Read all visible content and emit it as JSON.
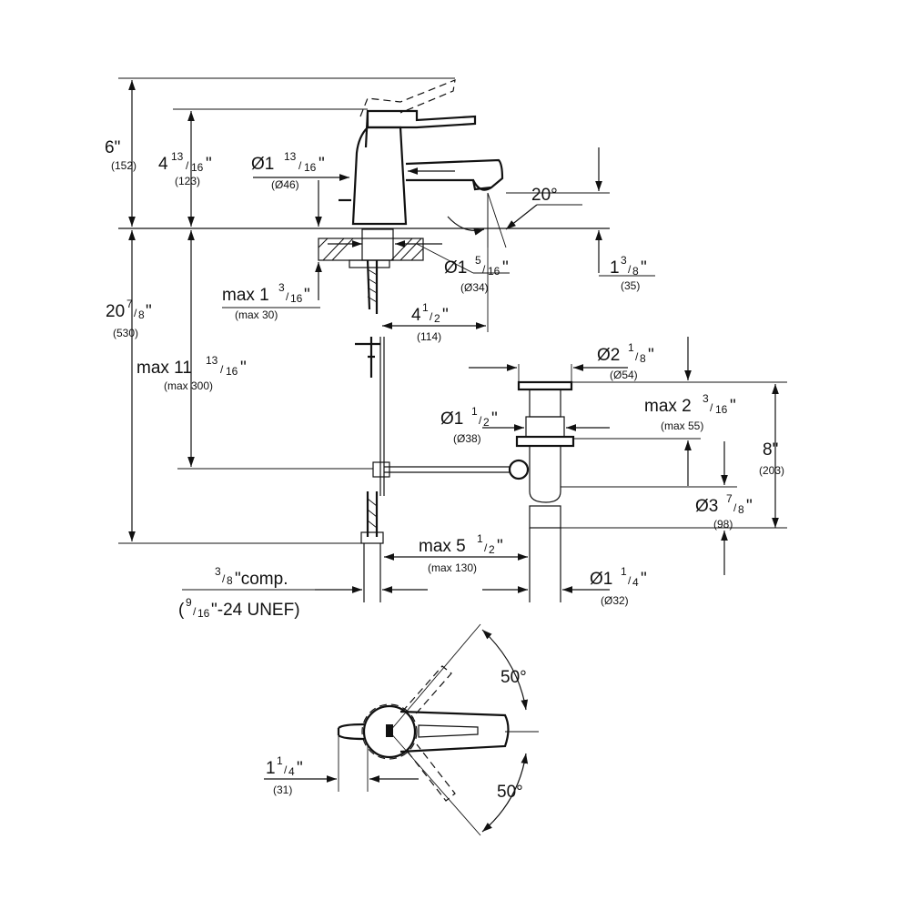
{
  "dimensions": {
    "d6": {
      "main": "6",
      "unit": "\"",
      "mm": "(152)"
    },
    "d4_13": {
      "main": "4",
      "num": "13",
      "den": "16",
      "unit": "\"",
      "mm": "(123)"
    },
    "d20_7": {
      "main": "20",
      "num": "7",
      "den": "8",
      "unit": "\"",
      "mm": "(530)"
    },
    "max11": {
      "main": "max 11",
      "num": "13",
      "den": "16",
      "unit": "\"",
      "mm": "(max 300)"
    },
    "dia1_13": {
      "main": "Ø1",
      "num": "13",
      "den": "16",
      "unit": "\"",
      "mm": "(Ø46)"
    },
    "angle20": {
      "main": "20°"
    },
    "max1_3": {
      "main": "max 1",
      "num": "3",
      "den": "16",
      "unit": "\"",
      "mm": "(max 30)"
    },
    "dia1_5": {
      "main": "Ø1",
      "num": "5",
      "den": "16",
      "unit": "\"",
      "mm": "(Ø34)"
    },
    "d1_3_8": {
      "main": "1",
      "num": "3",
      "den": "8",
      "unit": "\"",
      "mm": "(35)"
    },
    "d4_1_2": {
      "main": "4",
      "num": "1",
      "den": "2",
      "unit": "\"",
      "mm": "(114)"
    },
    "dia2_1": {
      "main": "Ø2",
      "num": "1",
      "den": "8",
      "unit": "\"",
      "mm": "(Ø54)"
    },
    "max2_3": {
      "main": "max 2",
      "num": "3",
      "den": "16",
      "unit": "\"",
      "mm": "(max 55)"
    },
    "dia1_1_2": {
      "main": "Ø1",
      "num": "1",
      "den": "2",
      "unit": "\"",
      "mm": "(Ø38)"
    },
    "d8": {
      "main": "8",
      "unit": "\"",
      "mm": "(203)"
    },
    "dia3_7": {
      "main": "Ø3",
      "num": "7",
      "den": "8",
      "unit": "\"",
      "mm": "(98)"
    },
    "max5": {
      "main": "max 5",
      "num": "1",
      "den": "2",
      "unit": "\"",
      "mm": "(max 130)"
    },
    "dia1_1_4": {
      "main": "Ø1",
      "num": "1",
      "den": "4",
      "unit": "\"",
      "mm": "(Ø32)"
    },
    "comp": {
      "line1_num": "3",
      "line1_den": "8",
      "line1_rest": "\"comp.",
      "line2_open": "(",
      "line2_num": "9",
      "line2_den": "16",
      "line2_rest": "\"-24 UNEF)"
    },
    "angle50a": {
      "main": "50°"
    },
    "angle50b": {
      "main": "50°"
    },
    "d1_1_4b": {
      "main": "1",
      "num": "1",
      "den": "4",
      "unit": "\"",
      "mm": "(31)"
    }
  }
}
